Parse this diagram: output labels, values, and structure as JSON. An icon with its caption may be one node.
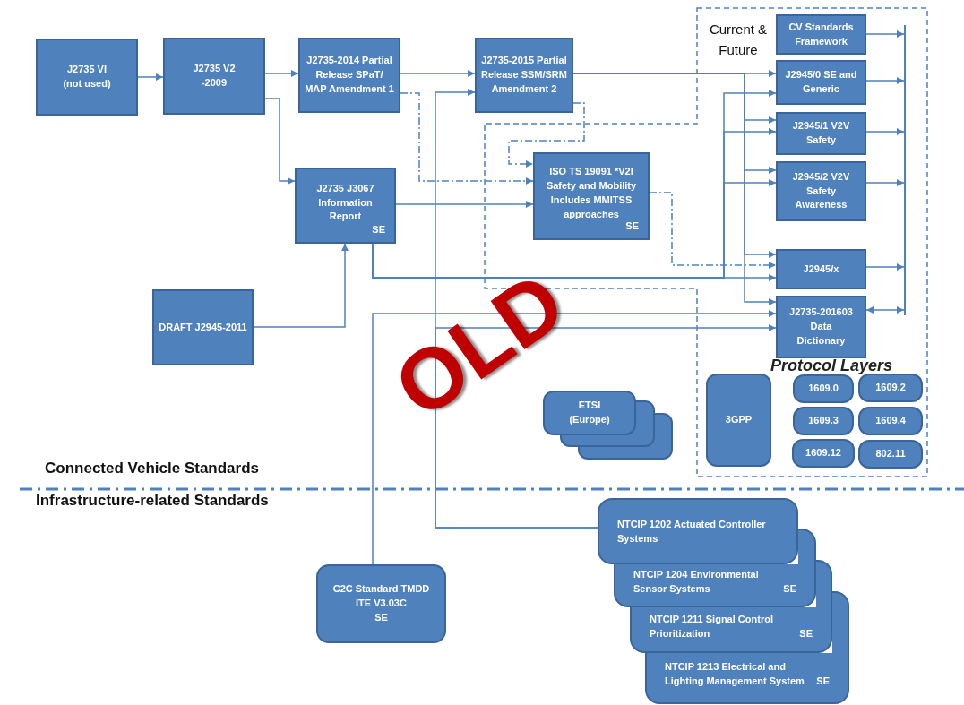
{
  "diagram": {
    "nodes": [
      {
        "text": [
          "J2735 VI (not used)"
        ]
      },
      {
        "text": [
          "J2735 V2 -2009"
        ]
      },
      {
        "text": [
          "J2735-2014 Partial Release SPaT/ MAP Amendment 1"
        ]
      },
      {
        "text": [
          "J2735-2015 Partial Release SSM/SRM Amendment 2"
        ]
      },
      {
        "text": [
          "J2735 J3067 Information Report",
          "SE"
        ]
      },
      {
        "text": [
          "DRAFT J2945-2011"
        ]
      },
      {
        "text": [
          "ISO TS 19091 *V2I Safety and Mobility Includes MMITSS approaches",
          "SE"
        ],
        "in": 7
      },
      {
        "text": [
          "Current & Future"
        ]
      },
      {
        "text": [
          "CV Standards Framework"
        ],
        "in": 7
      },
      {
        "text": [
          "J2945/0 SE and Generic"
        ],
        "in": 7
      },
      {
        "text": [
          "J2945/1 V2V Safety"
        ],
        "in": 7
      },
      {
        "text": [
          "J2945/2 V2V Safety Awareness"
        ],
        "in": 7
      },
      {
        "text": [
          "J2945/x"
        ],
        "in": 7
      },
      {
        "text": [
          "J2735-201603 Data Dictionary"
        ],
        "in": 7
      },
      {
        "text": [
          "3GPP"
        ],
        "in": 7
      },
      {
        "text": [
          "1609.0"
        ],
        "in": 7
      },
      {
        "text": [
          "1609.2"
        ],
        "in": 7
      },
      {
        "text": [
          "1609.3"
        ],
        "in": 7
      },
      {
        "text": [
          "1609.4"
        ],
        "in": 7
      },
      {
        "text": [
          "1609.12"
        ],
        "in": 7
      },
      {
        "text": [
          "802.11"
        ],
        "in": 7
      },
      {
        "text": [
          "ETSI (Europe)"
        ]
      },
      {
        "text": [
          "C2C Standard TMDD ITE V3.03C",
          "SE"
        ]
      },
      {
        "text": [
          "NTCIP 1202 Actuated Controller Systems"
        ]
      },
      {
        "text": [
          "NTCIP 1204 Environmental Sensor Systems",
          "SE"
        ]
      },
      {
        "text": [
          "NTCIP 1211 Signal Control Prioritization",
          "SE"
        ]
      },
      {
        "text": [
          "NTCIP 1213 Electrical and Lighting Management System",
          "SE"
        ]
      },
      {
        "text": [],
        "shape": "bar",
        "in": 7
      }
    ],
    "edges": [
      {
        "from": 0,
        "to": 1,
        "arrow": "to"
      },
      {
        "from": 1,
        "to": 2,
        "arrow": "to"
      },
      {
        "from": 2,
        "to": 3,
        "arrow": "to"
      },
      {
        "from": 1,
        "to": 4,
        "arrow": "to"
      },
      {
        "from": 5,
        "to": 4,
        "arrow": "to"
      },
      {
        "from": 2,
        "to": 6,
        "arrow": "to",
        "style": "dashed"
      },
      {
        "from": 3,
        "to": 6,
        "arrow": "to",
        "style": "dashed"
      },
      {
        "from": 4,
        "to": 6,
        "arrow": "to"
      },
      {
        "from": 3,
        "to": 9,
        "arrow": "to"
      },
      {
        "from": 3,
        "to": 10,
        "arrow": "to"
      },
      {
        "from": 3,
        "to": 11,
        "arrow": "to"
      },
      {
        "from": 3,
        "to": 12,
        "arrow": "to"
      },
      {
        "from": 3,
        "to": 13,
        "arrow": "to"
      },
      {
        "from": 4,
        "to": 9,
        "arrow": "to"
      },
      {
        "from": 4,
        "to": 10,
        "arrow": "to"
      },
      {
        "from": 4,
        "to": 11,
        "arrow": "to"
      },
      {
        "from": 4,
        "to": 12,
        "arrow": "to"
      },
      {
        "from": 6,
        "to": 12,
        "arrow": "to",
        "style": "dashed"
      },
      {
        "from": 22,
        "to": 13,
        "arrow": "to"
      },
      {
        "from": 23,
        "to": 3,
        "arrow": "to"
      },
      {
        "from": 23,
        "to": 13,
        "arrow": "to"
      },
      {
        "from": 8,
        "to": 27,
        "arrow": "to"
      },
      {
        "from": 9,
        "to": 27,
        "arrow": "to"
      },
      {
        "from": 10,
        "to": 27,
        "arrow": "to"
      },
      {
        "from": 11,
        "to": 27,
        "arrow": "to"
      },
      {
        "from": 12,
        "to": 27,
        "arrow": "to"
      },
      {
        "from": 13,
        "to": 27,
        "arrow": "both"
      }
    ],
    "labels": [
      "Protocol Layers",
      "OLD",
      "Connected Vehicle Standards",
      "Infrastructure-related Standards"
    ]
  }
}
